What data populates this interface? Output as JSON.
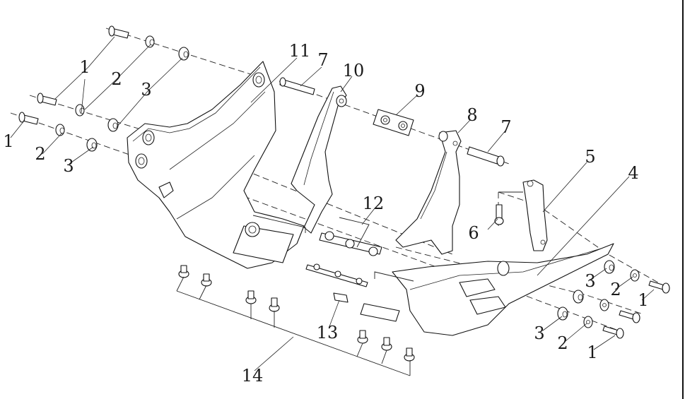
{
  "diagram": {
    "title": "Skid plate / engine guard exploded view",
    "colors": {
      "line": "#111111",
      "background": "#ffffff"
    },
    "callouts": [
      {
        "id": "c1a",
        "label": "1",
        "part": "bolt"
      },
      {
        "id": "c2a",
        "label": "2",
        "part": "collar"
      },
      {
        "id": "c3a",
        "label": "3",
        "part": "rubber-grommet"
      },
      {
        "id": "c1b",
        "label": "1",
        "part": "bolt"
      },
      {
        "id": "c2b",
        "label": "2",
        "part": "collar"
      },
      {
        "id": "c3b",
        "label": "3",
        "part": "rubber-grommet"
      },
      {
        "id": "c11",
        "label": "11",
        "part": "side-cover"
      },
      {
        "id": "c7a",
        "label": "7",
        "part": "bolt"
      },
      {
        "id": "c10",
        "label": "10",
        "part": "left-bracket"
      },
      {
        "id": "c9",
        "label": "9",
        "part": "nut-plate"
      },
      {
        "id": "c8",
        "label": "8",
        "part": "right-bracket"
      },
      {
        "id": "c7b",
        "label": "7",
        "part": "bolt"
      },
      {
        "id": "c5",
        "label": "5",
        "part": "rear-bracket"
      },
      {
        "id": "c4",
        "label": "4",
        "part": "skid-plate"
      },
      {
        "id": "c6",
        "label": "6",
        "part": "bolt"
      },
      {
        "id": "c12",
        "label": "12",
        "part": "nut-strip"
      },
      {
        "id": "c13",
        "label": "13",
        "part": "clip-nut"
      },
      {
        "id": "c14",
        "label": "14",
        "part": "screw"
      },
      {
        "id": "c3c",
        "label": "3",
        "part": "rubber-grommet"
      },
      {
        "id": "c2c",
        "label": "2",
        "part": "collar"
      },
      {
        "id": "c1c",
        "label": "1",
        "part": "bolt"
      },
      {
        "id": "c3d",
        "label": "3",
        "part": "rubber-grommet"
      },
      {
        "id": "c2d",
        "label": "2",
        "part": "collar"
      },
      {
        "id": "c1d",
        "label": "1",
        "part": "bolt"
      }
    ]
  }
}
